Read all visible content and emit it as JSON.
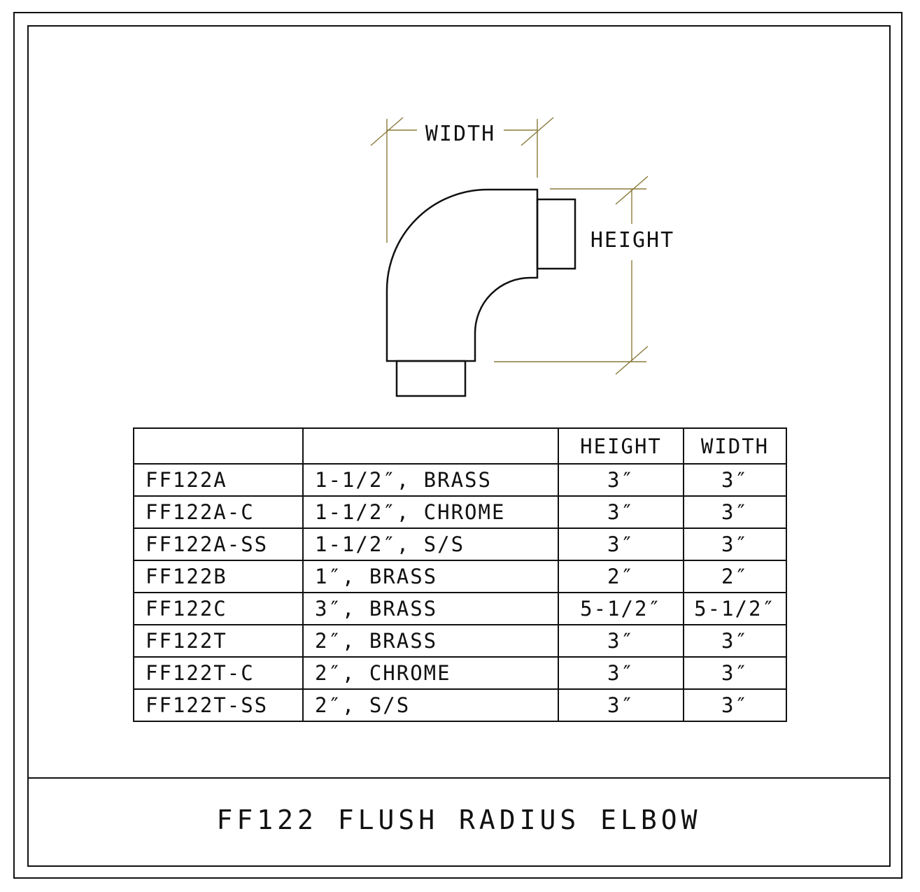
{
  "dimensions": {
    "width_label": "WIDTH",
    "height_label": "HEIGHT"
  },
  "table": {
    "headers": [
      "",
      "",
      "HEIGHT",
      "WIDTH"
    ],
    "rows": [
      {
        "part": "FF122A",
        "description": "1-1/2″, BRASS",
        "height": "3″",
        "width": "3″"
      },
      {
        "part": "FF122A-C",
        "description": "1-1/2″, CHROME",
        "height": "3″",
        "width": "3″"
      },
      {
        "part": "FF122A-SS",
        "description": "1-1/2″, S/S",
        "height": "3″",
        "width": "3″"
      },
      {
        "part": "FF122B",
        "description": "1″, BRASS",
        "height": "2″",
        "width": "2″"
      },
      {
        "part": "FF122C",
        "description": "3″, BRASS",
        "height": "5-1/2″",
        "width": "5-1/2″"
      },
      {
        "part": "FF122T",
        "description": "2″, BRASS",
        "height": "3″",
        "width": "3″"
      },
      {
        "part": "FF122T-C",
        "description": "2″, CHROME",
        "height": "3″",
        "width": "3″"
      },
      {
        "part": "FF122T-SS",
        "description": "2″, S/S",
        "height": "3″",
        "width": "3″"
      }
    ]
  },
  "title_block": {
    "title": "FF122 FLUSH RADIUS ELBOW"
  },
  "colors": {
    "outline": "#111111",
    "dimension_line": "#8a7a3a"
  }
}
